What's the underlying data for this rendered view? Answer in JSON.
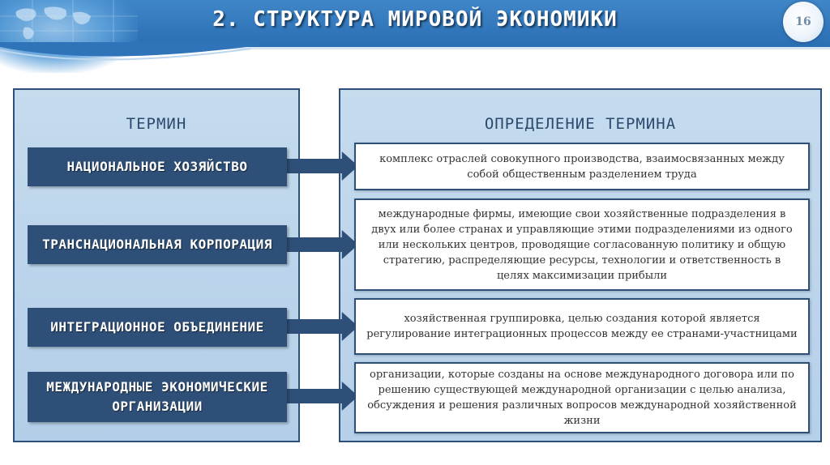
{
  "header": {
    "title": "2. СТРУКТУРА МИРОВОЙ ЭКОНОМИКИ",
    "page_number": "16"
  },
  "columns": {
    "term_heading": "ТЕРМИН",
    "definition_heading": "ОПРЕДЕЛЕНИЕ ТЕРМИНА"
  },
  "rows": [
    {
      "term": "НАЦИОНАЛЬНОЕ ХОЗЯЙСТВО",
      "definition": "комплекс отраслей совокупного производства, взаимосвязанных между собой общественным разделением труда"
    },
    {
      "term": "ТРАНСНАЦИОНАЛЬНАЯ КОРПОРАЦИЯ",
      "definition": "международные фирмы, имеющие свои хозяйственные подразделения в двух или более странах и управляющие этими подразделениями из одного или нескольких центров, проводящие согласованную политику и общую стратегию, распределяющие ресурсы, технологии и ответственность в целях максимизации прибыли"
    },
    {
      "term": "ИНТЕГРАЦИОННОЕ ОБЪЕДИНЕНИЕ",
      "definition": "хозяйственная группировка, целью создания которой является регулирование интеграционных процессов между ее странами-участницами"
    },
    {
      "term": "МЕЖДУНАРОДНЫЕ ЭКОНОМИЧЕСКИЕ ОРГАНИЗАЦИИ",
      "definition": "организации, которые созданы на основе международного договора или по решению существующей международной организации с целью анализа, обсуждения и решения различных вопросов международной хозяйственной жизни"
    }
  ],
  "colors": {
    "header_blue": "#2a6eb3",
    "navy": "#2e4f77",
    "panel_bg": "#c5dbee"
  }
}
